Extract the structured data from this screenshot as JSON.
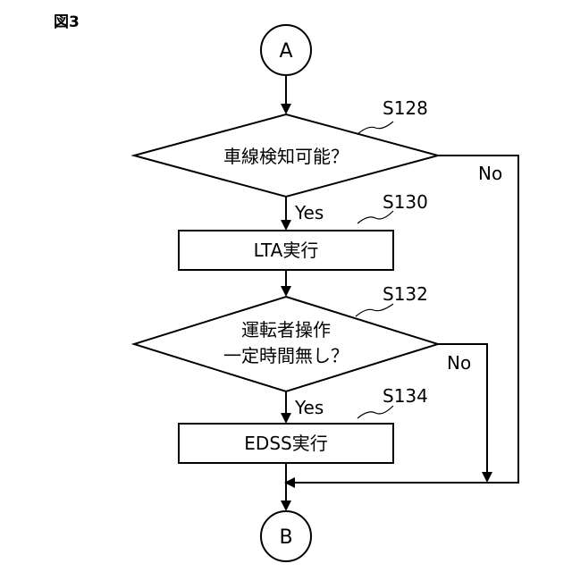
{
  "figure_label": "図3",
  "connectors": {
    "start": "A",
    "end": "B"
  },
  "steps": {
    "s128": {
      "id": "S128",
      "text": "車線検知可能？",
      "yes": "Yes",
      "no": "No"
    },
    "s130": {
      "id": "S130",
      "text": "LTA実行"
    },
    "s132": {
      "id": "S132",
      "line1": "運転者操作",
      "line2": "一定時間無し？",
      "yes": "Yes",
      "no": "No"
    },
    "s134": {
      "id": "S134",
      "text": "EDSS実行"
    }
  }
}
